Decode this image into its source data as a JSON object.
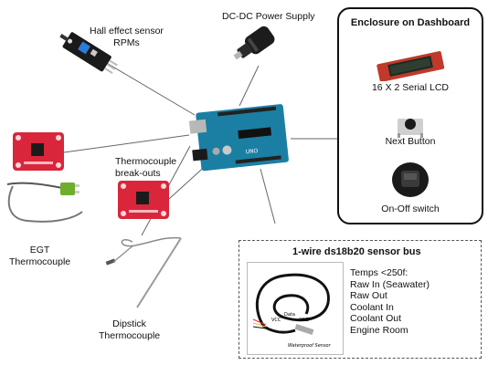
{
  "labels": {
    "hall": [
      "Hall effect sensor",
      "RPMs"
    ],
    "power": "DC-DC Power Supply",
    "thermo_breakouts": [
      "Thermocouple",
      "break-outs"
    ],
    "egt": [
      "EGT",
      "Thermocouple"
    ],
    "dipstick": [
      "Dipstick",
      "Thermocouple"
    ]
  },
  "enclosure": {
    "title": "Enclosure on Dashboard",
    "items": [
      "16 X 2 Serial LCD",
      "Next Button",
      "On-Off switch"
    ]
  },
  "bus": {
    "title": "1-wire ds18b20  sensor bus",
    "temps_heading": "Temps <250f:",
    "temps": [
      "Raw In (Seawater)",
      "Raw Out",
      "Coolant In",
      "Coolant Out",
      "Engine Room"
    ],
    "probe_labels": [
      "VCC",
      "Data",
      "GND",
      "Waterproof Sensor"
    ]
  },
  "colors": {
    "arduino": "#1b7fa3",
    "breakout": "#d9263a",
    "hall_board": "#1a1a1a",
    "cable": "#111111",
    "probe_wire": "#9a9a9a"
  }
}
